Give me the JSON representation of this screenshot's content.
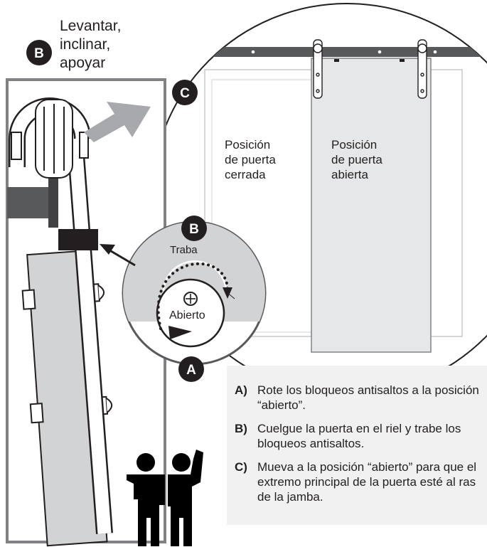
{
  "callouts": {
    "a": "A",
    "b": "B",
    "c": "C"
  },
  "lift_instruction": [
    "Levantar,",
    "inclinar,",
    "apoyar"
  ],
  "door_positions": {
    "closed": [
      "Posición",
      "de puerta",
      "cerrada"
    ],
    "open": [
      "Posición",
      "de puerta",
      "abierta"
    ]
  },
  "detail": {
    "lock_label": "Traba",
    "unlock_label": "Abierto"
  },
  "steps": [
    {
      "letter": "A)",
      "text": "Rote los bloqueos antisaltos a la posición “abierto”."
    },
    {
      "letter": "B)",
      "text": "Cuelgue la puerta en el riel y trabe los bloqueos antisaltos."
    },
    {
      "letter": "C)",
      "text": "Mueva a la posición “abierto” para que el extremo principal de la puerta esté al ras de la jamba."
    }
  ],
  "colors": {
    "ink": "#231f20",
    "door_fill": "#e6e7e8",
    "arrow": "#a7a9ac",
    "panel": "#f1f1f2"
  }
}
